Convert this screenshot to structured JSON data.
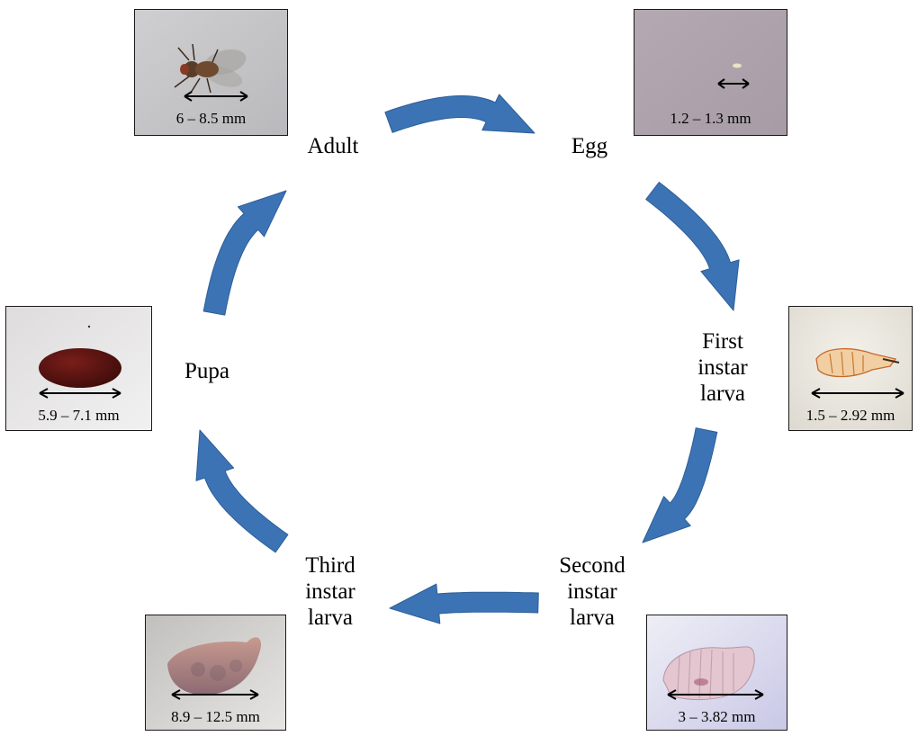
{
  "stages": {
    "adult": {
      "label_lines": [
        "Adult"
      ],
      "measurement": "6 – 8.5 mm"
    },
    "egg": {
      "label_lines": [
        "Egg"
      ],
      "measurement": "1.2 – 1.3 mm"
    },
    "first": {
      "label_lines": [
        "First",
        "instar",
        "larva"
      ],
      "measurement": "1.5 – 2.92 mm"
    },
    "second": {
      "label_lines": [
        "Second",
        "instar",
        "larva"
      ],
      "measurement": "3 – 3.82 mm"
    },
    "third": {
      "label_lines": [
        "Third",
        "instar",
        "larva"
      ],
      "measurement": "8.9 – 12.5 mm"
    },
    "pupa": {
      "label_lines": [
        "Pupa"
      ],
      "measurement": "5.9 – 7.1 mm"
    }
  },
  "colors": {
    "arrow_fill": "#3b73b5",
    "arrow_edge": "#2e5f98"
  }
}
